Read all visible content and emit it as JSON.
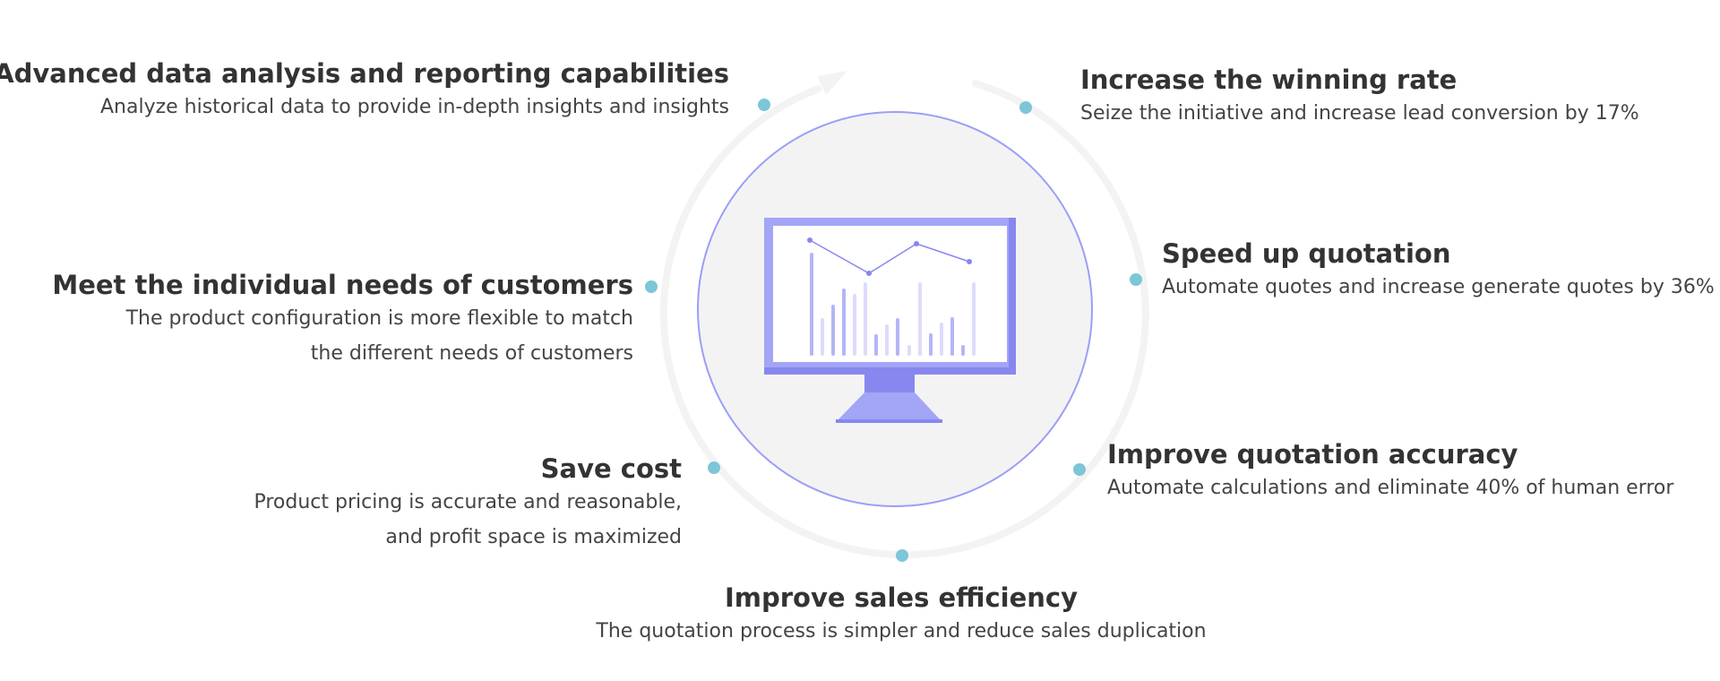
{
  "colors": {
    "ring": "#f3f3f3",
    "inner_circle_fill": "#f3f3f3",
    "inner_circle_stroke": "#9b9ef8",
    "dot": "#7cc6d8",
    "monitor_frame": "#a3a5f7",
    "monitor_dark": "#8787ef",
    "bar_light": "#dcdcfb",
    "bar_mid": "#b4b5f7",
    "bar_dark": "#9092f1",
    "title_text": "#333333",
    "desc_text": "#444444"
  },
  "icons": {
    "center": "monitor-chart-icon",
    "ring_arrow": "arrow-icon"
  },
  "features": {
    "analysis": {
      "title": "Advanced data analysis and reporting capabilities",
      "desc": [
        "Analyze historical data to provide in-depth insights and insights"
      ]
    },
    "individual": {
      "title": "Meet the individual needs of customers",
      "desc": [
        "The product configuration is more flexible to match",
        "the different needs of customers"
      ]
    },
    "cost": {
      "title": "Save cost",
      "desc": [
        "Product pricing is accurate and reasonable,",
        "and profit space is maximized"
      ]
    },
    "winning": {
      "title": "Increase the winning rate",
      "desc": [
        "Seize the initiative and increase lead conversion by 17%"
      ]
    },
    "speed": {
      "title": "Speed up quotation",
      "desc": [
        "Automate quotes and increase generate quotes by 36%"
      ]
    },
    "accuracy": {
      "title": "Improve quotation accuracy",
      "desc": [
        "Automate calculations and eliminate 40% of human error"
      ]
    },
    "efficiency": {
      "title": "Improve sales efficiency",
      "desc": [
        "The quotation process is simpler and reduce sales duplication"
      ]
    }
  }
}
